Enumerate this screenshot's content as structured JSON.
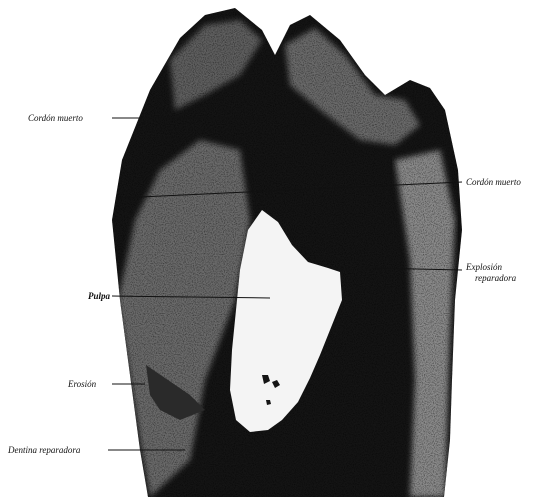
{
  "labels": {
    "cordon_muerto_left": "Cordón muerto",
    "cordon_muerto_right": "Cordón muerto",
    "explosion_line1": "Explosión",
    "explosion_line2": "reparadora",
    "pulpa": "Pulpa",
    "erosion": "Erosión",
    "dentina_reparadora": "Dentina reparadora"
  },
  "colors": {
    "dark": "#141414",
    "mid": "#4a4a4a",
    "light": "#f4f4f4",
    "background": "#ffffff"
  }
}
